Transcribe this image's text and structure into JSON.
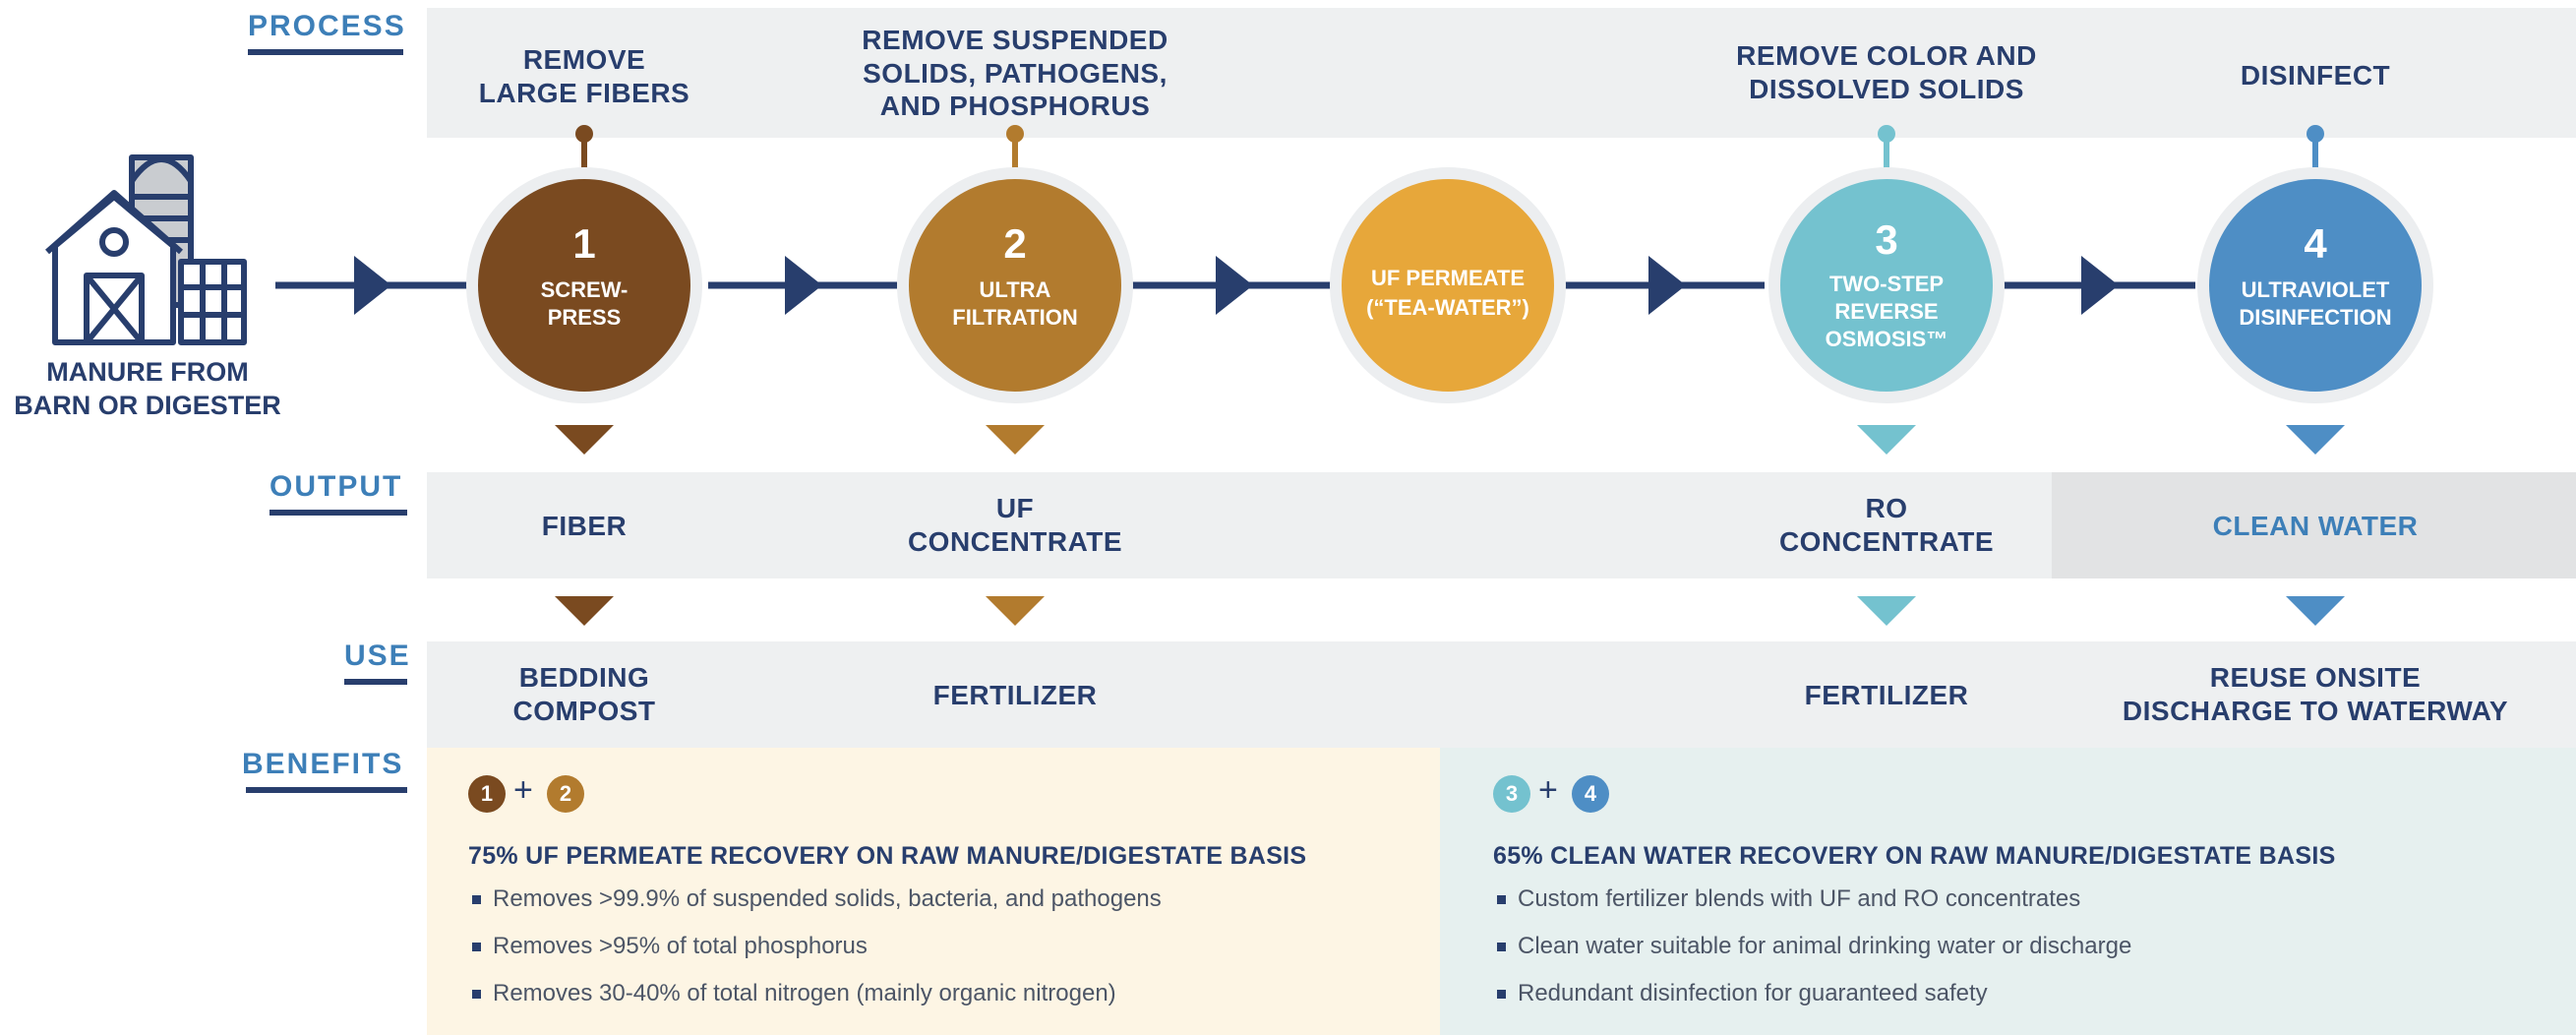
{
  "colors": {
    "navy": "#283e6d",
    "heading_blue": "#3d7fb8",
    "brown_dark": "#7a4a20",
    "brown_mid": "#b27b2e",
    "gold": "#e7a73a",
    "teal": "#74c2cf",
    "blue": "#4e8ec5",
    "band_gray": "#eef0f1",
    "clean_water_band": "#e2e3e4",
    "benefits_left_bg": "#fdf5e4",
    "benefits_right_bg": "#e6f0ef"
  },
  "headings": {
    "process": "PROCESS",
    "output": "OUTPUT",
    "use": "USE",
    "benefits": "BENEFITS"
  },
  "source": {
    "icon": "barn-silo-icon",
    "label_line1": "MANURE FROM",
    "label_line2": "BARN OR DIGESTER"
  },
  "process_labels": [
    {
      "lines": [
        "REMOVE",
        "LARGE FIBERS"
      ]
    },
    {
      "lines": [
        "REMOVE SUSPENDED",
        "SOLIDS, PATHOGENS,",
        "AND PHOSPHORUS"
      ]
    },
    {
      "lines": [
        "REMOVE COLOR AND",
        "DISSOLVED SOLIDS"
      ]
    },
    {
      "lines": [
        "DISINFECT"
      ]
    }
  ],
  "stages": [
    {
      "number": "1",
      "lines": [
        "SCREW-",
        "PRESS"
      ]
    },
    {
      "number": "2",
      "lines": [
        "ULTRA",
        "FILTRATION"
      ]
    },
    {
      "number": "",
      "lines": [
        "UF PERMEATE",
        "(“TEA-WATER”)"
      ]
    },
    {
      "number": "3",
      "lines": [
        "TWO-STEP",
        "REVERSE",
        "OSMOSIS™"
      ]
    },
    {
      "number": "4",
      "lines": [
        "ULTRAVIOLET",
        "DISINFECTION"
      ]
    }
  ],
  "outputs": [
    {
      "lines": [
        "FIBER"
      ]
    },
    {
      "lines": [
        "UF",
        "CONCENTRATE"
      ]
    },
    {
      "lines": [
        "RO",
        "CONCENTRATE"
      ]
    },
    {
      "lines": [
        "CLEAN WATER"
      ]
    }
  ],
  "uses": [
    {
      "lines": [
        "BEDDING",
        "COMPOST"
      ]
    },
    {
      "lines": [
        "FERTILIZER"
      ]
    },
    {
      "lines": [
        "FERTILIZER"
      ]
    },
    {
      "lines": [
        "REUSE ONSITE",
        "DISCHARGE TO WATERWAY"
      ]
    }
  ],
  "benefits": {
    "left": {
      "badges": [
        "1",
        "2"
      ],
      "plus": "+",
      "title": "75% UF PERMEATE RECOVERY ON RAW MANURE/DIGESTATE BASIS",
      "bullets": [
        "Removes >99.9% of suspended solids, bacteria, and pathogens",
        "Removes >95% of total phosphorus",
        "Removes 30-40% of total nitrogen (mainly organic nitrogen)"
      ]
    },
    "right": {
      "badges": [
        "3",
        "4"
      ],
      "plus": "+",
      "title": "65% CLEAN WATER RECOVERY ON RAW MANURE/DIGESTATE BASIS",
      "bullets": [
        "Custom fertilizer blends with UF and RO concentrates",
        "Clean water suitable for animal drinking water or discharge",
        "Redundant disinfection for guaranteed safety"
      ]
    }
  }
}
